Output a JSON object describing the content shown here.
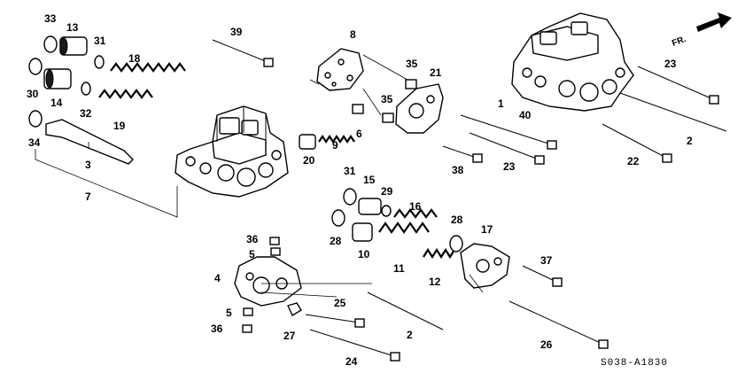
{
  "diagram": {
    "part_code": "S038-A1830",
    "direction_label": "FR.",
    "callouts": [
      {
        "id": "c33",
        "text": "33"
      },
      {
        "id": "c13",
        "text": "13"
      },
      {
        "id": "c31a",
        "text": "31"
      },
      {
        "id": "c18",
        "text": "18"
      },
      {
        "id": "c39",
        "text": "39"
      },
      {
        "id": "c8",
        "text": "8"
      },
      {
        "id": "c35a",
        "text": "35"
      },
      {
        "id": "c21",
        "text": "21"
      },
      {
        "id": "c35b",
        "text": "35"
      },
      {
        "id": "c1",
        "text": "1"
      },
      {
        "id": "c40",
        "text": "40"
      },
      {
        "id": "c23a",
        "text": "23"
      },
      {
        "id": "c2a",
        "text": "2"
      },
      {
        "id": "c22",
        "text": "22"
      },
      {
        "id": "c23b",
        "text": "23"
      },
      {
        "id": "c30",
        "text": "30"
      },
      {
        "id": "c14",
        "text": "14"
      },
      {
        "id": "c32",
        "text": "32"
      },
      {
        "id": "c19",
        "text": "19"
      },
      {
        "id": "c34",
        "text": "34"
      },
      {
        "id": "c3",
        "text": "3"
      },
      {
        "id": "c7",
        "text": "7"
      },
      {
        "id": "c20",
        "text": "20"
      },
      {
        "id": "c9",
        "text": "9"
      },
      {
        "id": "c6",
        "text": "6"
      },
      {
        "id": "c38",
        "text": "38"
      },
      {
        "id": "c31b",
        "text": "31"
      },
      {
        "id": "c15",
        "text": "15"
      },
      {
        "id": "c29",
        "text": "29"
      },
      {
        "id": "c16",
        "text": "16"
      },
      {
        "id": "c28a",
        "text": "28"
      },
      {
        "id": "c28b",
        "text": "28"
      },
      {
        "id": "c10",
        "text": "10"
      },
      {
        "id": "c11",
        "text": "11"
      },
      {
        "id": "c12",
        "text": "12"
      },
      {
        "id": "c17",
        "text": "17"
      },
      {
        "id": "c37",
        "text": "37"
      },
      {
        "id": "c36a",
        "text": "36"
      },
      {
        "id": "c5a",
        "text": "5"
      },
      {
        "id": "c4",
        "text": "4"
      },
      {
        "id": "c25",
        "text": "25"
      },
      {
        "id": "c2b",
        "text": "2"
      },
      {
        "id": "c5b",
        "text": "5"
      },
      {
        "id": "c36b",
        "text": "36"
      },
      {
        "id": "c27",
        "text": "27"
      },
      {
        "id": "c24",
        "text": "24"
      },
      {
        "id": "c26",
        "text": "26"
      }
    ]
  }
}
